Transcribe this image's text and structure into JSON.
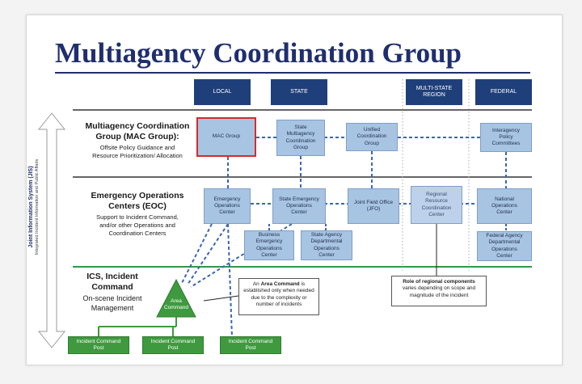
{
  "title": "Multiagency Coordination Group",
  "levels": {
    "local": "LOCAL",
    "state": "STATE",
    "region": "MULTI-STATE\nREGION",
    "federal": "FEDERAL"
  },
  "side_label": {
    "main": "Joint Information System (JIS)",
    "sub": "Integrated Incident Information and Public Affairs"
  },
  "rows": {
    "mac": {
      "heading": "Multiagency Coordination\nGroup (MAC Group):",
      "sub": "Offsite Policy Guidance and\nResource Prioritization/ Allocation"
    },
    "eoc": {
      "heading": "Emergency Operations\nCenters (EOC)",
      "sub": "Support to Incident Command,\nand/or other Operations and\nCoordination Centers"
    },
    "ics": {
      "heading": "ICS, Incident\nCommand",
      "sub": "On-scene Incident\nManagement"
    }
  },
  "boxes": {
    "mac_group": "MAC Group",
    "state_mac": "State\nMultiagency\nCoordination\nGroup",
    "unified_coord": "Unified\nCoordination\nGroup",
    "interagency": "Interagency\nPolicy\nCommittees",
    "eoc_local": "Emergency\nOperations\nCenter",
    "eoc_state": "State Emergency\nOperations\nCenter",
    "jfo": "Joint Field Office\n(JFO)",
    "regional": "Regional\nResource\nCoordination\nCenter",
    "national_ops": "National\nOperations\nCenter",
    "business_eoc": "Business\nEmergency\nOperations\nCenter",
    "state_agency": "State Agency\nDepartmental\nOperations\nCenter",
    "federal_agency": "Federal Agency\nDepartmental\nOperations\nCenter"
  },
  "area_command": "Area\nCommand",
  "area_callout": {
    "pre": "An ",
    "bold": "Area Command",
    "post": " is established only when needed due to the complexity or number of incidents"
  },
  "regional_callout": {
    "bold": "Role of regional components",
    "rest": "varies depending on scope and magnitude of the incident"
  },
  "icp": {
    "left": "Incident Command\nPost",
    "mid": "Incident Command\nPost",
    "right": "Incident Command\nPost"
  },
  "colors": {
    "title": "#1f2e6e",
    "header_box": "#1f3f7a",
    "node": "#a8c4e3",
    "highlight": "#d42b2b",
    "ics_green": "#3f9a3f",
    "connector": "#3a66b0"
  }
}
